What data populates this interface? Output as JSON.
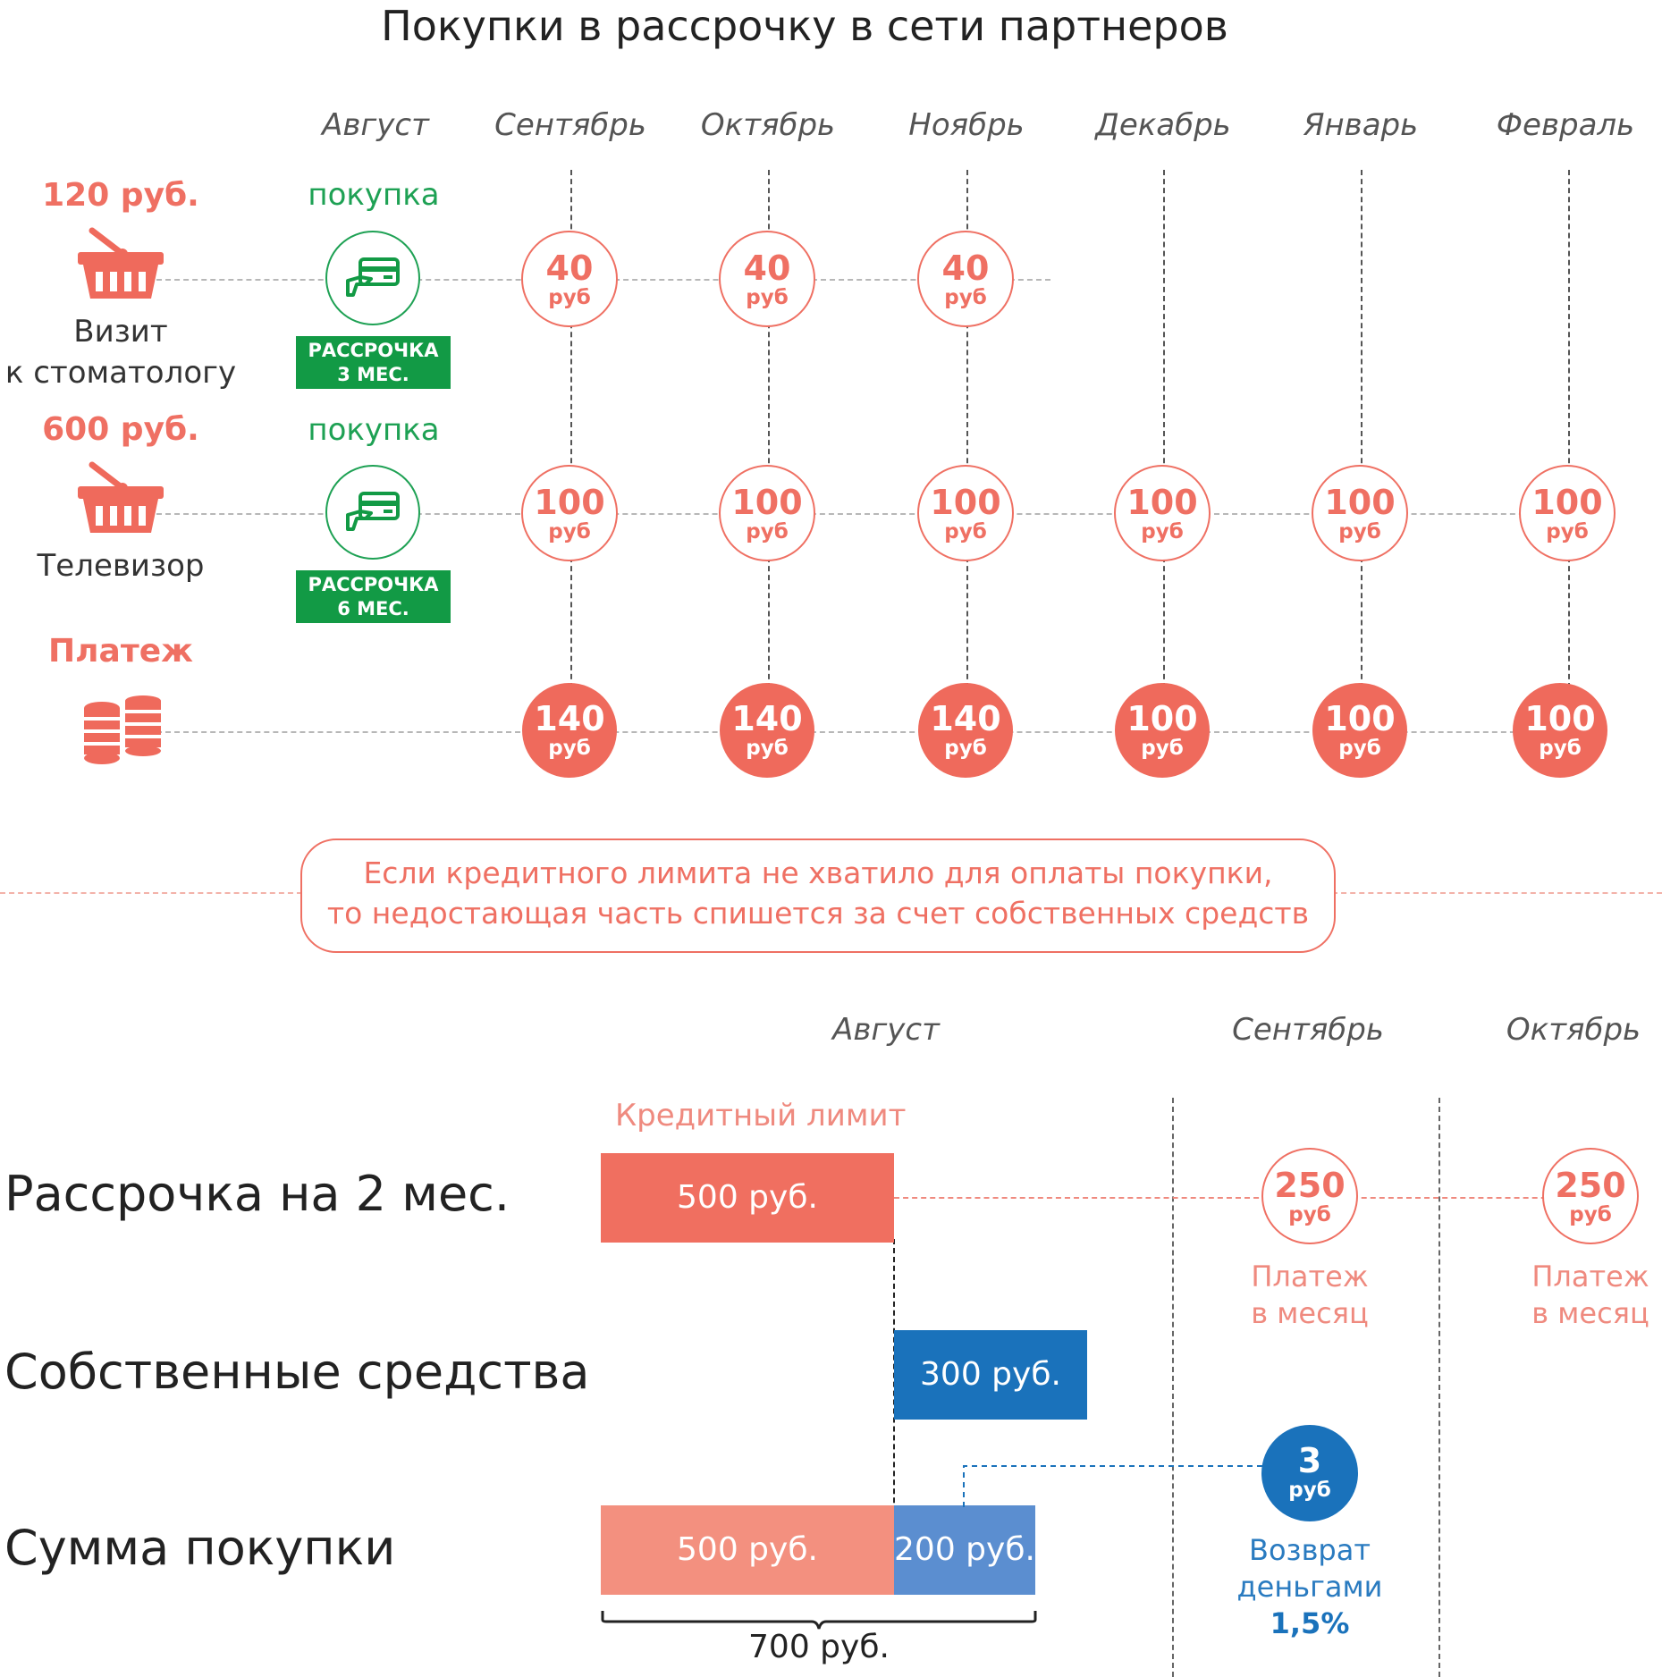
{
  "title": "Покупки в рассрочку в сети партнеров",
  "months_top": [
    "Август",
    "Сентябрь",
    "Октябрь",
    "Ноябрь",
    "Декабрь",
    "Январь",
    "Февраль"
  ],
  "purchases": [
    {
      "price": "120 руб.",
      "label_line1": "Визит",
      "label_line2": "к стоматологу",
      "purchase_word": "покупка",
      "badge_line1": "РАССРОЧКА",
      "badge_line2": "3 МЕС.",
      "payments": [
        {
          "value": "40",
          "unit": "руб"
        },
        {
          "value": "40",
          "unit": "руб"
        },
        {
          "value": "40",
          "unit": "руб"
        }
      ]
    },
    {
      "price": "600 руб.",
      "label_line1": "Телевизор",
      "label_line2": "",
      "purchase_word": "покупка",
      "badge_line1": "РАССРОЧКА",
      "badge_line2": "6 МЕС.",
      "payments": [
        {
          "value": "100",
          "unit": "руб"
        },
        {
          "value": "100",
          "unit": "руб"
        },
        {
          "value": "100",
          "unit": "руб"
        },
        {
          "value": "100",
          "unit": "руб"
        },
        {
          "value": "100",
          "unit": "руб"
        },
        {
          "value": "100",
          "unit": "руб"
        }
      ]
    }
  ],
  "payment_row": {
    "label": "Платеж",
    "payments": [
      {
        "value": "140",
        "unit": "руб"
      },
      {
        "value": "140",
        "unit": "руб"
      },
      {
        "value": "140",
        "unit": "руб"
      },
      {
        "value": "100",
        "unit": "руб"
      },
      {
        "value": "100",
        "unit": "руб"
      },
      {
        "value": "100",
        "unit": "руб"
      }
    ]
  },
  "note": {
    "line1": "Если кредитного лимита не хватило для оплаты покупки,",
    "line2": "то недостающая часть спишется за счет собственных средств"
  },
  "lower": {
    "months": [
      "Август",
      "Сентябрь",
      "Октябрь"
    ],
    "credit_limit_label": "Кредитный лимит",
    "rows": [
      "Рассрочка на 2 мес.",
      "Собственные средства",
      "Сумма покупки"
    ],
    "installment_bar": "500 руб.",
    "own_funds_bar": "300 руб.",
    "sum_bar_credit": "500 руб.",
    "sum_bar_own": "200 руб.",
    "total": "700 руб.",
    "monthly_payments": [
      {
        "value": "250",
        "unit": "руб",
        "caption1": "Платеж",
        "caption2": "в месяц"
      },
      {
        "value": "250",
        "unit": "руб",
        "caption1": "Платеж",
        "caption2": "в месяц"
      }
    ],
    "cashback": {
      "value": "3",
      "unit": "руб",
      "caption1": "Возврат",
      "caption2": "деньгами",
      "percent": "1,5%"
    }
  },
  "colors": {
    "accent_red": "#ef6a5c",
    "accent_green": "#129a45",
    "accent_blue": "#1a72bb",
    "bar_light_red": "#f3907f",
    "bar_light_blue": "#5b8ed0"
  },
  "icons": [
    "basket-icon",
    "card-payment-icon",
    "coins-stack-icon"
  ]
}
